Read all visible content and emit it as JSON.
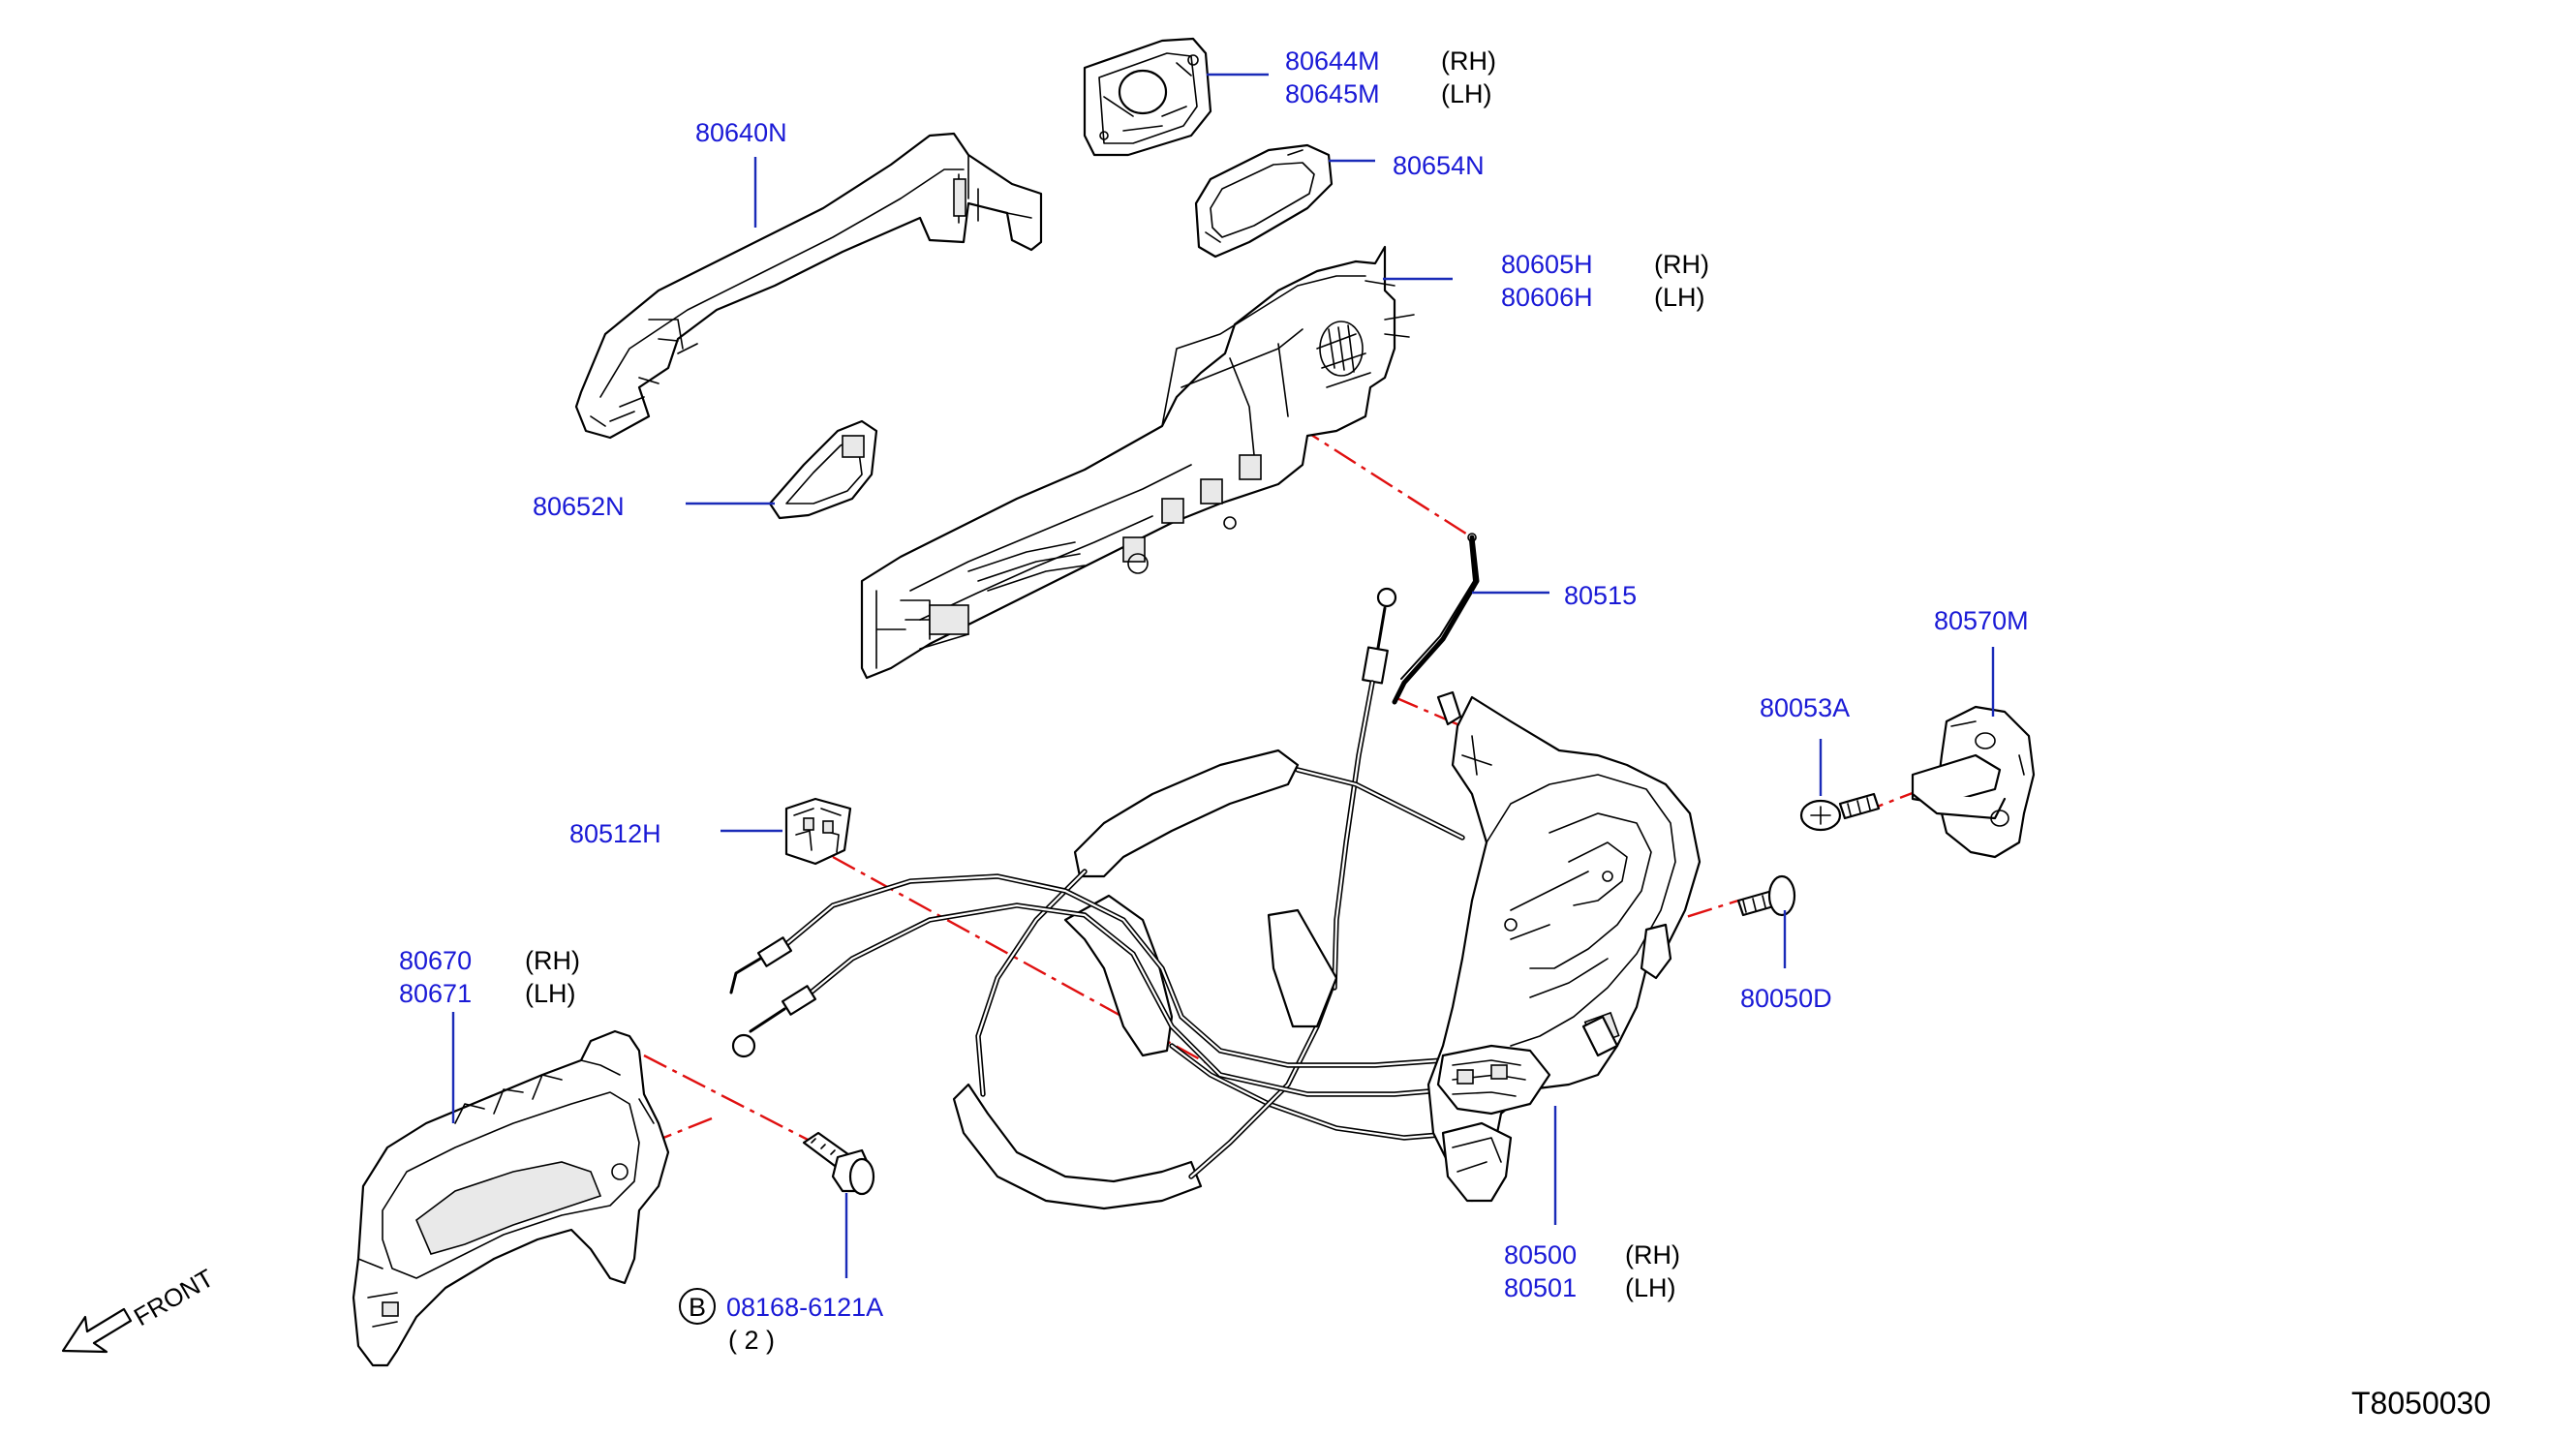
{
  "parts": [
    {
      "id": "p80644M",
      "number": "80644M",
      "side": "(RH)"
    },
    {
      "id": "p80645M",
      "number": "80645M",
      "side": "(LH)"
    },
    {
      "id": "p80640N",
      "number": "80640N",
      "side": ""
    },
    {
      "id": "p80654N",
      "number": "80654N",
      "side": ""
    },
    {
      "id": "p80605H",
      "number": "80605H",
      "side": "(RH)"
    },
    {
      "id": "p80606H",
      "number": "80606H",
      "side": "(LH)"
    },
    {
      "id": "p80652N",
      "number": "80652N",
      "side": ""
    },
    {
      "id": "p80515",
      "number": "80515",
      "side": ""
    },
    {
      "id": "p80570M",
      "number": "80570M",
      "side": ""
    },
    {
      "id": "p80053A",
      "number": "80053A",
      "side": ""
    },
    {
      "id": "p80512H",
      "number": "80512H",
      "side": ""
    },
    {
      "id": "p80670",
      "number": "80670",
      "side": "(RH)"
    },
    {
      "id": "p80671",
      "number": "80671",
      "side": "(LH)"
    },
    {
      "id": "p80050D",
      "number": "80050D",
      "side": ""
    },
    {
      "id": "p80500",
      "number": "80500",
      "side": "(RH)"
    },
    {
      "id": "p80501",
      "number": "80501",
      "side": "(LH)"
    },
    {
      "id": "p08168",
      "number": "08168-6121A",
      "side": ""
    }
  ],
  "bolt_badge": "B",
  "bolt_quantity": "( 2 )",
  "front_label": "FRONT",
  "diagram_ref": "T8050030"
}
